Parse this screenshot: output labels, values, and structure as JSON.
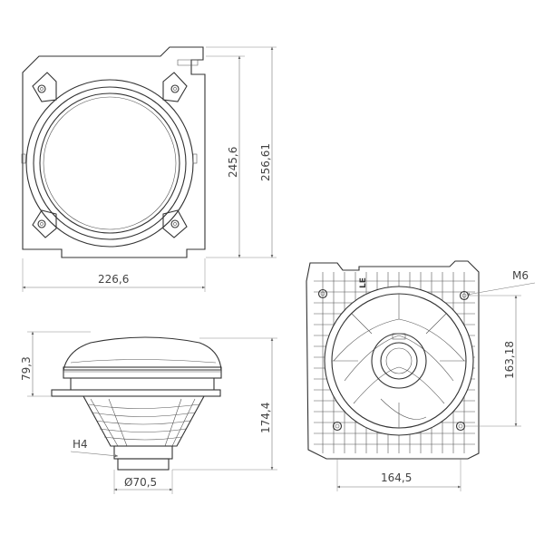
{
  "dimensions": {
    "front_width": "226,6",
    "front_height_inner": "245,6",
    "front_height_outer": "256,61",
    "side_height_top": "79,3",
    "side_height_total": "174,4",
    "side_bulb_diameter": "Ø70,5",
    "rear_height": "163,18",
    "rear_width": "164,5"
  },
  "labels": {
    "bulb_type": "H4",
    "thread": "M6",
    "mark": "LE"
  }
}
